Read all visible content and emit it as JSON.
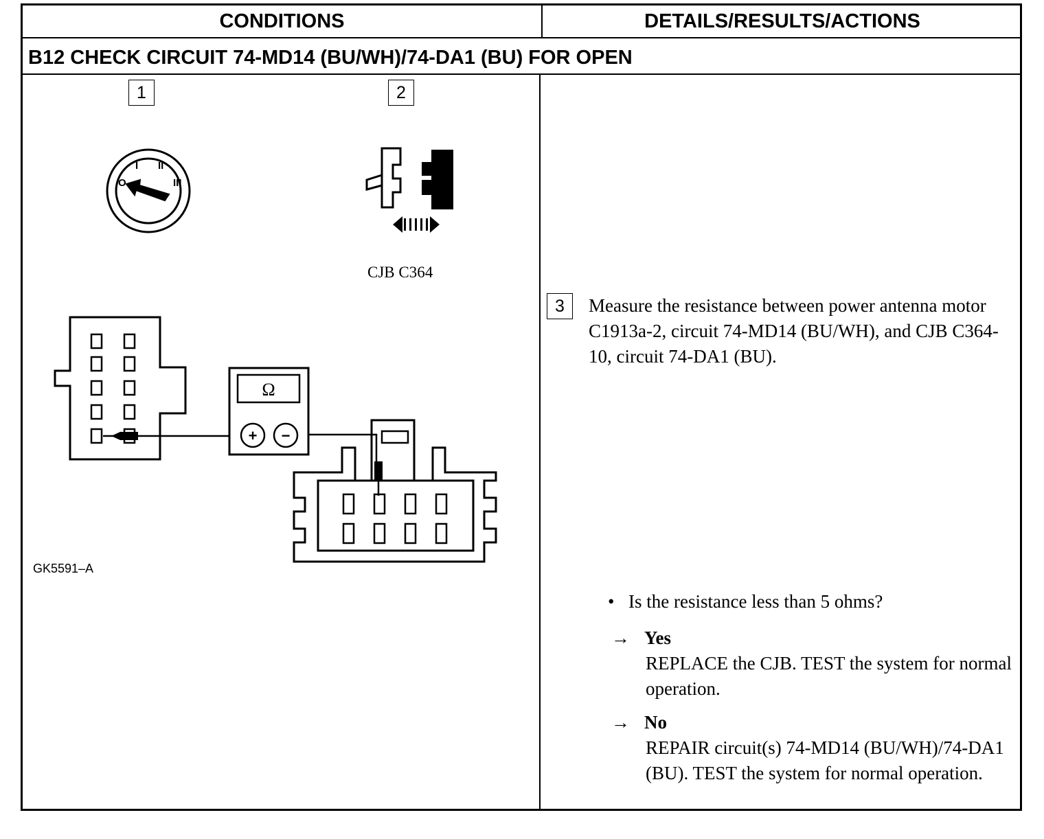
{
  "header": {
    "conditions": "CONDITIONS",
    "details": "DETAILS/RESULTS/ACTIONS"
  },
  "test_step": {
    "title": "B12 CHECK CIRCUIT 74-MD14 (BU/WH)/74-DA1 (BU) FOR OPEN"
  },
  "figure": {
    "step1": "1",
    "step2": "2",
    "connector_label": "CJB C364",
    "meter_symbol": "Ω",
    "meter_plus": "+",
    "meter_minus": "−",
    "figure_id": "GK5591–A",
    "ignition_positions": [
      "O",
      "I",
      "II",
      "III"
    ]
  },
  "action": {
    "step_number": "3",
    "text": "Measure the resistance between power antenna motor C1913a-2, circuit 74-MD14 (BU/WH), and CJB C364-10, circuit 74-DA1 (BU).",
    "question": "Is the resistance less than 5 ohms?",
    "bullet": "•",
    "yes": {
      "arrow": "→",
      "label": "Yes",
      "text": "REPLACE the CJB. TEST the system for normal operation."
    },
    "no": {
      "arrow": "→",
      "label": "No",
      "text": "REPAIR circuit(s) 74-MD14 (BU/WH)/74-DA1 (BU). TEST the system for normal operation."
    }
  }
}
